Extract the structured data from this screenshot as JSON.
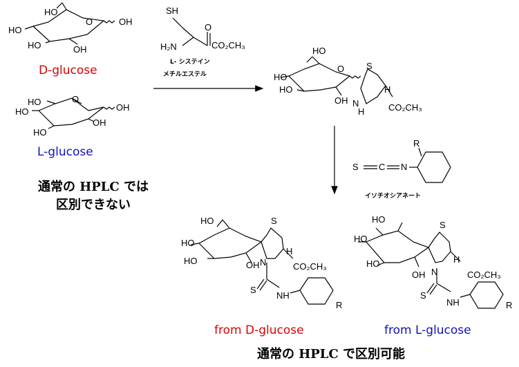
{
  "labels": {
    "d_glucose": "D-glucose",
    "l_glucose": "L-glucose",
    "reagent1_line1": "L- システイン",
    "reagent1_line2": "メチルエステル",
    "reagent2": "イソチオシアネート",
    "note_left_line1": "通常の HPLC では",
    "note_left_line2": "区別できない",
    "from_d": "from D-glucose",
    "from_l": "from L-glucose",
    "note_bottom": "通常の HPLC で区別可能"
  },
  "colors": {
    "d": "#e00000",
    "l": "#1010c0",
    "ink": "#000000"
  }
}
